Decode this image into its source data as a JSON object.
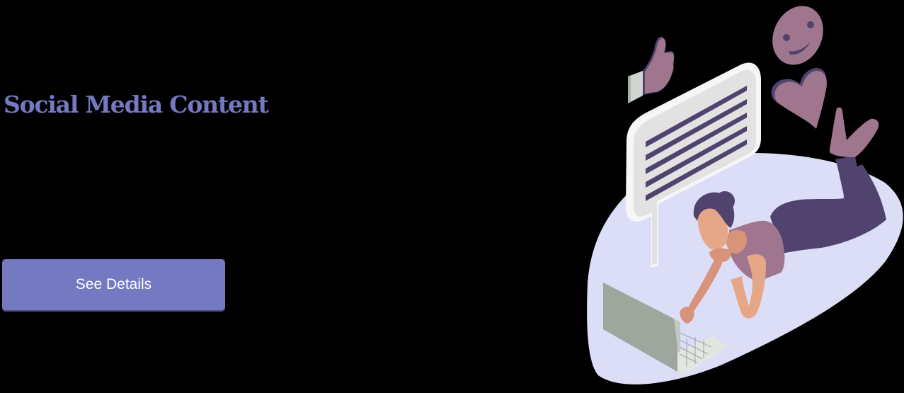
{
  "hero": {
    "title": "Social Media Content",
    "cta_label": "See Details"
  },
  "illustration": {
    "subject": "woman lying on floor using laptop with social media icons",
    "icons": [
      "thumbs-up-icon",
      "smiley-face-icon",
      "heart-icon",
      "speech-bubble-icon",
      "laptop-icon"
    ]
  },
  "colors": {
    "background": "#000000",
    "accent": "#7479c2",
    "button_text": "#ffffff",
    "blob": "#dcdef7",
    "dark_purple": "#50436e",
    "mauve": "#a0768e",
    "skin": "#e6a789",
    "bubble": "#e2e2e2",
    "laptop": "#9ea69e"
  }
}
